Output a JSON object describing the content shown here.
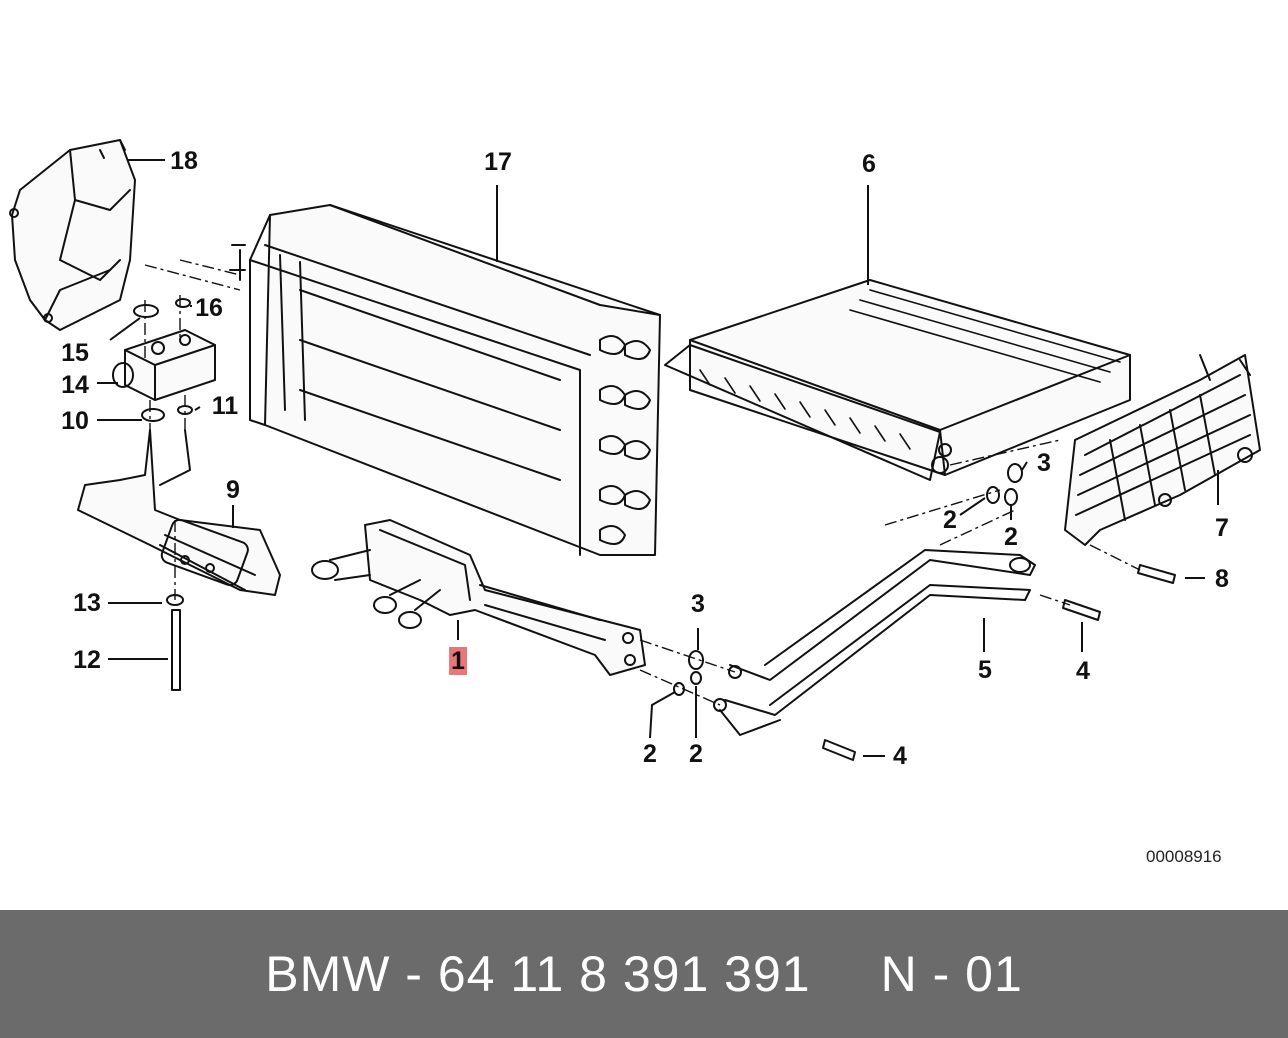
{
  "callouts": [
    {
      "label": "18"
    },
    {
      "label": "17"
    },
    {
      "label": "6"
    },
    {
      "label": "16"
    },
    {
      "label": "15"
    },
    {
      "label": "14"
    },
    {
      "label": "10"
    },
    {
      "label": "11"
    },
    {
      "label": "9"
    },
    {
      "label": "3"
    },
    {
      "label": "2"
    },
    {
      "label": "2"
    },
    {
      "label": "7"
    },
    {
      "label": "8"
    },
    {
      "label": "13"
    },
    {
      "label": "12"
    },
    {
      "label": "1",
      "highlight": true
    },
    {
      "label": "3"
    },
    {
      "label": "5"
    },
    {
      "label": "4"
    },
    {
      "label": "2"
    },
    {
      "label": "2"
    },
    {
      "label": "4"
    }
  ],
  "reference_code": "00008916",
  "footer": {
    "part_label": "BMW - 64 11 8 391 391",
    "page_label": "N - 01"
  },
  "colors": {
    "line": "#111111",
    "highlight": "#e8777a",
    "footer_bg": "#6b6b6b",
    "footer_text": "#ffffff"
  }
}
